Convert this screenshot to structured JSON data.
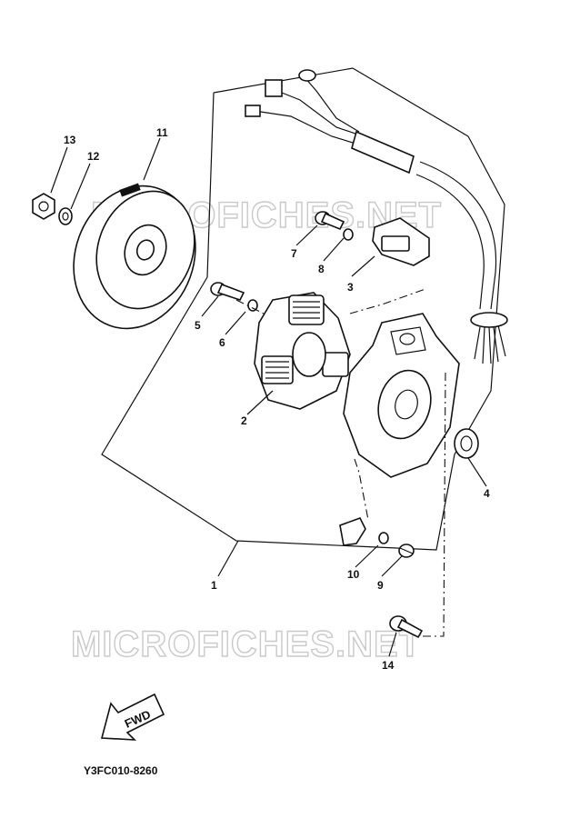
{
  "watermark": "MICROFICHES.NET",
  "catalog_code": "Y3FC010-8260",
  "fwd_label": "FWD",
  "callouts": {
    "c1": "1",
    "c2": "2",
    "c3": "3",
    "c4": "4",
    "c5": "5",
    "c6": "6",
    "c7": "7",
    "c8": "8",
    "c9": "9",
    "c10": "10",
    "c11": "11",
    "c12": "12",
    "c13": "13",
    "c14": "14"
  }
}
